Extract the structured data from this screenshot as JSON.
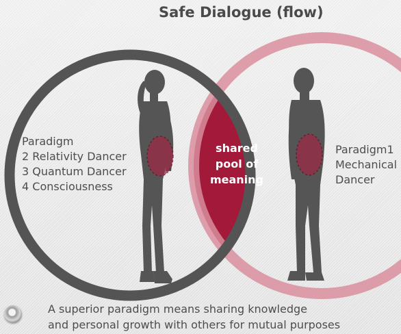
{
  "title": "Safe Dialogue (flow)",
  "left_person": {
    "lines": [
      "Paradigm",
      "2 Relativity Dancer",
      "3 Quantum Dancer",
      "4 Consciousness"
    ]
  },
  "right_person": {
    "lines": [
      "Paradigm1",
      "Mechanical",
      "Dancer"
    ]
  },
  "overlap": {
    "lines": [
      "shared",
      "pool of",
      "meaning"
    ]
  },
  "caption": {
    "lines": [
      "A superior paradigm means sharing knowledge",
      "and personal growth with others for mutual purposes"
    ]
  },
  "colors": {
    "left_circle": "#545454",
    "right_circle": "#d98e9e",
    "overlap": "#a3193a",
    "silhouette": "#555555",
    "heart": "#9c2a46"
  },
  "icons": [
    "person-silhouette-icon",
    "round-button-icon"
  ]
}
